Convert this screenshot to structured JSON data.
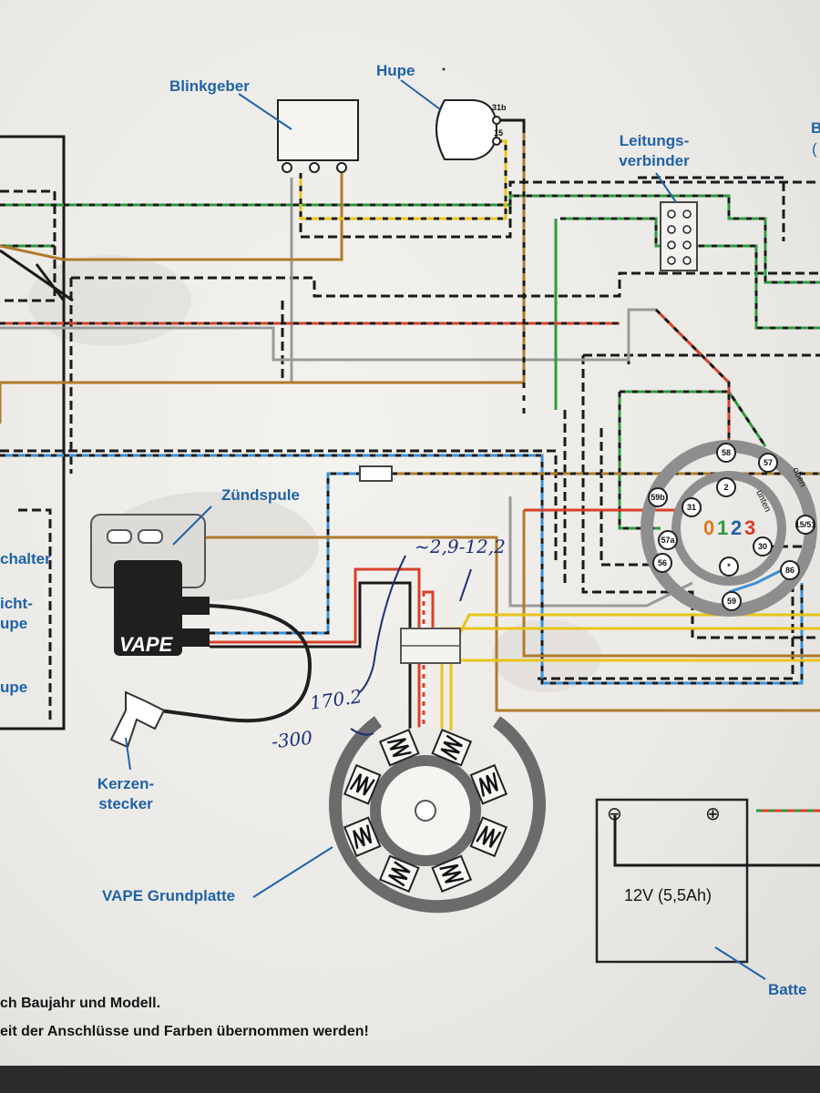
{
  "labels": {
    "blinkgeber": "Blinkgeber",
    "hupe": "Hupe",
    "leitungs_1": "Leitungs-",
    "leitungs_2": "verbinder",
    "zuendspule": "Zündspule",
    "kerzen_1": "Kerzen-",
    "kerzen_2": "stecker",
    "grundplatte": "VAPE Grundplatte",
    "left_schalter": "chalter",
    "left_licht": "icht-",
    "left_hupe_a": "upe",
    "left_hupe_b": "upe",
    "right_edge_b": "B",
    "right_edge_paren": "(",
    "battery_label": "Batte"
  },
  "coil": {
    "brand": "VAPE"
  },
  "horn_terminals": [
    "31b",
    "15"
  ],
  "switch": {
    "pins": [
      "58",
      "57",
      "2",
      "59b",
      "31",
      "57a",
      "30",
      "15/51",
      "56",
      "*",
      "86",
      "59"
    ],
    "positions": [
      "0",
      "1",
      "2",
      "3"
    ],
    "position_colors": [
      "#e07a1a",
      "#2c9a3e",
      "#1f62a8",
      "#d63a2a"
    ],
    "side_upper": "oben",
    "side_lower": "unten"
  },
  "battery": {
    "minus": "⊖",
    "plus": "⊕",
    "spec": "12V  (5,5Ah)"
  },
  "handwritten": {
    "upper": "~2,9-12,2",
    "lower_1": "170.2",
    "lower_2": "-300"
  },
  "footer": {
    "line1": "ch Baujahr und Modell.",
    "line2": "eit der Anschlüsse und Farben übernommen werden!"
  },
  "colors": {
    "label_blue": "#1f62a8",
    "wire_brown": "#b07a2a",
    "wire_red": "#d8402a",
    "wire_yellow": "#e8c41a",
    "wire_blue": "#3a8fd6",
    "wire_green": "#2c9a3e",
    "wire_black": "#1a1a1a",
    "wire_grey": "#9a9a9a"
  }
}
